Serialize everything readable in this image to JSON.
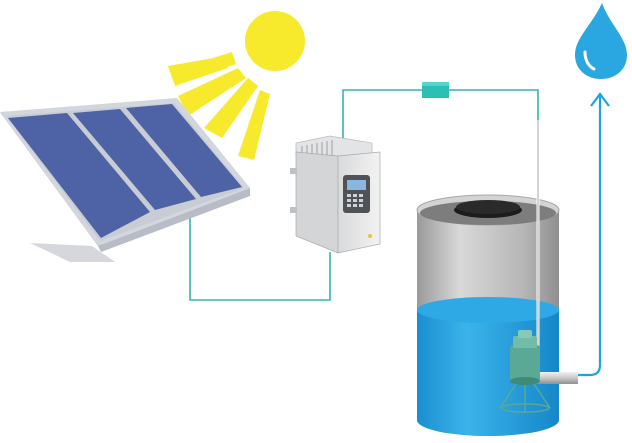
{
  "diagram": {
    "components": [
      {
        "id": "sun",
        "icon": "sun-icon"
      },
      {
        "id": "solar-panel",
        "icon": "solar-panel-icon",
        "cells": 3
      },
      {
        "id": "inverter",
        "icon": "inverter-icon"
      },
      {
        "id": "inline-module",
        "icon": "connector-module-icon"
      },
      {
        "id": "well-tank",
        "icon": "water-tank-icon"
      },
      {
        "id": "submersible-pump",
        "icon": "pump-icon"
      },
      {
        "id": "water-drop",
        "icon": "water-drop-icon"
      }
    ],
    "connections": [
      {
        "from": "solar-panel",
        "to": "inverter"
      },
      {
        "from": "inverter",
        "to": "inline-module"
      },
      {
        "from": "inline-module",
        "to": "submersible-pump"
      },
      {
        "from": "submersible-pump",
        "to": "water-drop"
      }
    ],
    "colors": {
      "sun": "#f7ea2c",
      "panel_cell": "#4e63a6",
      "panel_frame": "#c9cdd6",
      "wire": "#33b5ae",
      "water": "#1fa3e0",
      "tank_body": "#bcbcbc",
      "pump": "#66b0a0"
    }
  }
}
